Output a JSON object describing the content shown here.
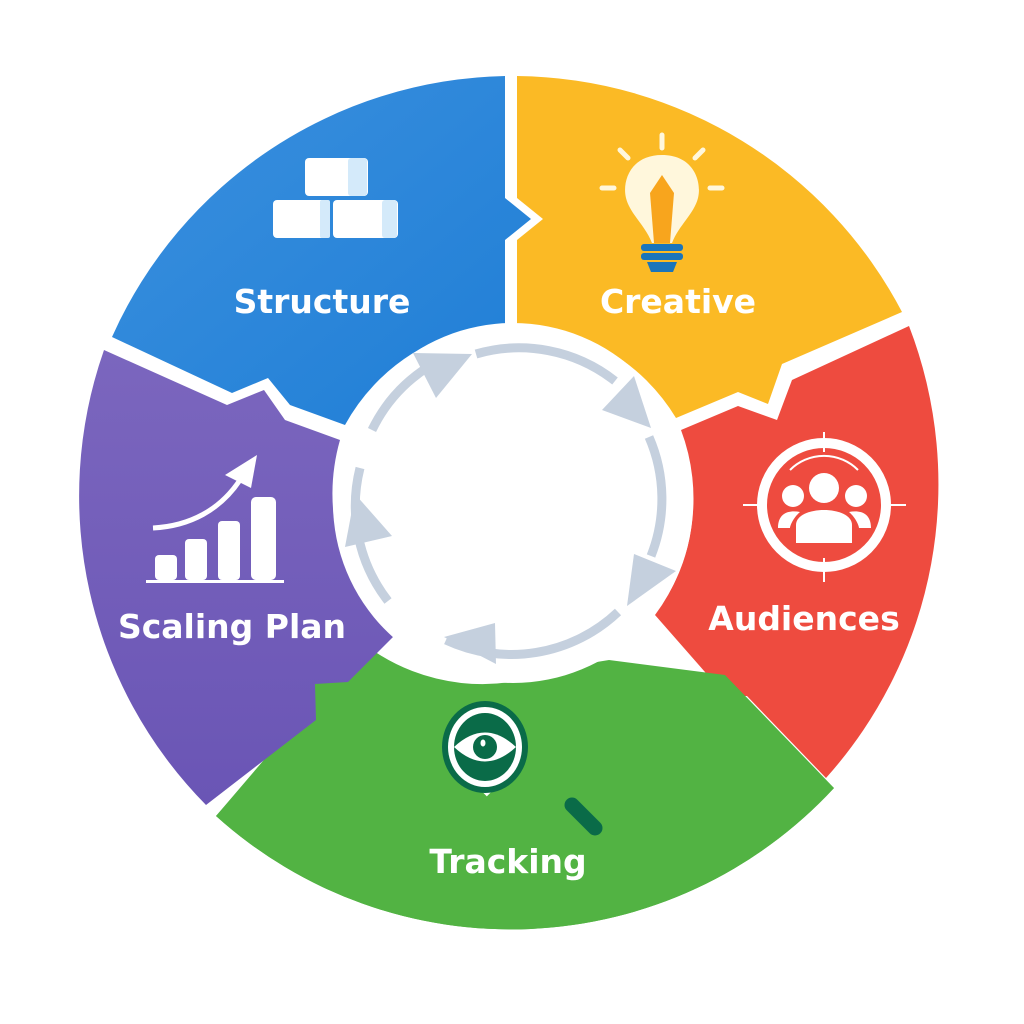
{
  "diagram": {
    "type": "cycle",
    "center_arrows": "clockwise",
    "segments": [
      {
        "id": "structure",
        "label": "Structure",
        "color": "#2A86DA",
        "icon": "blocks-icon"
      },
      {
        "id": "creative",
        "label": "Creative",
        "color": "#FBBA25",
        "icon": "lightbulb-icon"
      },
      {
        "id": "audiences",
        "label": "Audiences",
        "color": "#EE4B3F",
        "icon": "audience-target-icon"
      },
      {
        "id": "tracking",
        "label": "Tracking",
        "color": "#52B343",
        "icon": "magnifier-eye-icon"
      },
      {
        "id": "scaling",
        "label": "Scaling Plan",
        "color": "#7462BB",
        "icon": "growth-chart-icon"
      }
    ],
    "arrow_color": "#C5D0DE"
  }
}
